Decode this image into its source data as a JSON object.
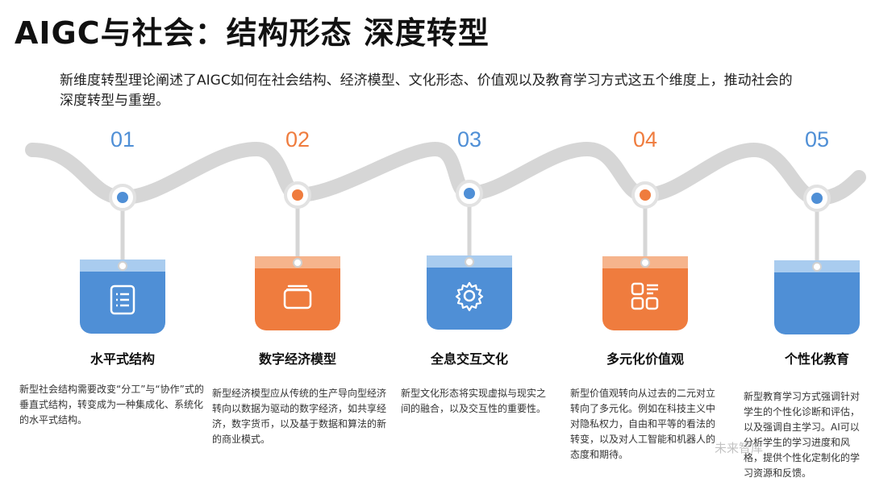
{
  "title": "AIGC与社会：结构形态  深度转型",
  "intro": "新维度转型理论阐述了AIGC如何在社会结构、经济模型、文化形态、价值观以及教育学习方式这五个维度上，推动社会的深度转型与重塑。",
  "colors": {
    "blue": "#4f8fd6",
    "blue_band": "#a9ccef",
    "orange": "#ef7c3e",
    "orange_band": "#f6b48c",
    "wave": "#d6d6d6"
  },
  "steps": [
    {
      "num": "01",
      "heading": "水平式结构",
      "icon": "list-document-icon",
      "color": "blue",
      "desc": "新型社会结构需要改变“分工”与“协作”式的垂直式结构，转变成为一种集成化、系统化的水平式结构。"
    },
    {
      "num": "02",
      "heading": "数字经济模型",
      "icon": "wallet-icon",
      "color": "orange",
      "desc": "新型经济模型应从传统的生产导向型经济转向以数据为驱动的数字经济，如共享经济，数字货币，以及基于数据和算法的新的商业模式。"
    },
    {
      "num": "03",
      "heading": "全息交互文化",
      "icon": "gear-icon",
      "color": "blue",
      "desc": "新型文化形态将实现虚拟与现实之间的融合，以及交互性的重要性。"
    },
    {
      "num": "04",
      "heading": "多元化价值观",
      "icon": "grid-icon",
      "color": "orange",
      "desc": "新型价值观转向从过去的二元对立转向了多元化。例如在科技主义中对隐私权力，自由和平等的看法的转变，以及对人工智能和机器人的态度和期待。"
    },
    {
      "num": "05",
      "heading": "个性化教育",
      "icon": "",
      "color": "blue",
      "desc": "新型教育学习方式强调针对学生的个性化诊断和评估，以及强调自主学习。AI可以分析学生的学习进度和风格，提供个性化定制化的学习资源和反馈。"
    }
  ],
  "watermark": "未来智库"
}
